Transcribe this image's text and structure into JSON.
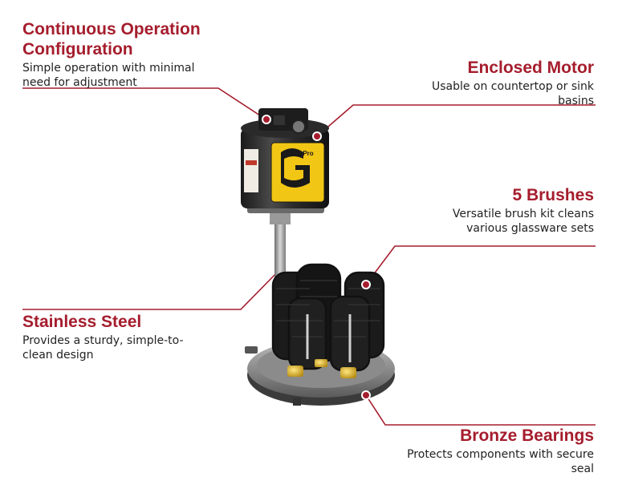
{
  "callouts": {
    "continuous": {
      "title": "Continuous Operation Configuration",
      "text": "Simple operation with minimal need for adjustment"
    },
    "motor": {
      "title": "Enclosed Motor",
      "text": "Usable on countertop or sink basins"
    },
    "brushes": {
      "title": "5 Brushes",
      "text": "Versatile brush kit cleans various glassware sets"
    },
    "steel": {
      "title": "Stainless Steel",
      "text": "Provides a sturdy, simple-to-clean design"
    },
    "bearings": {
      "title": "Bronze Bearings",
      "text": "Protects components with secure seal"
    }
  },
  "product_label": {
    "brand": "Glass Pro"
  },
  "colors": {
    "accent": "#a51d2d",
    "label_yellow": "#f2c614"
  }
}
